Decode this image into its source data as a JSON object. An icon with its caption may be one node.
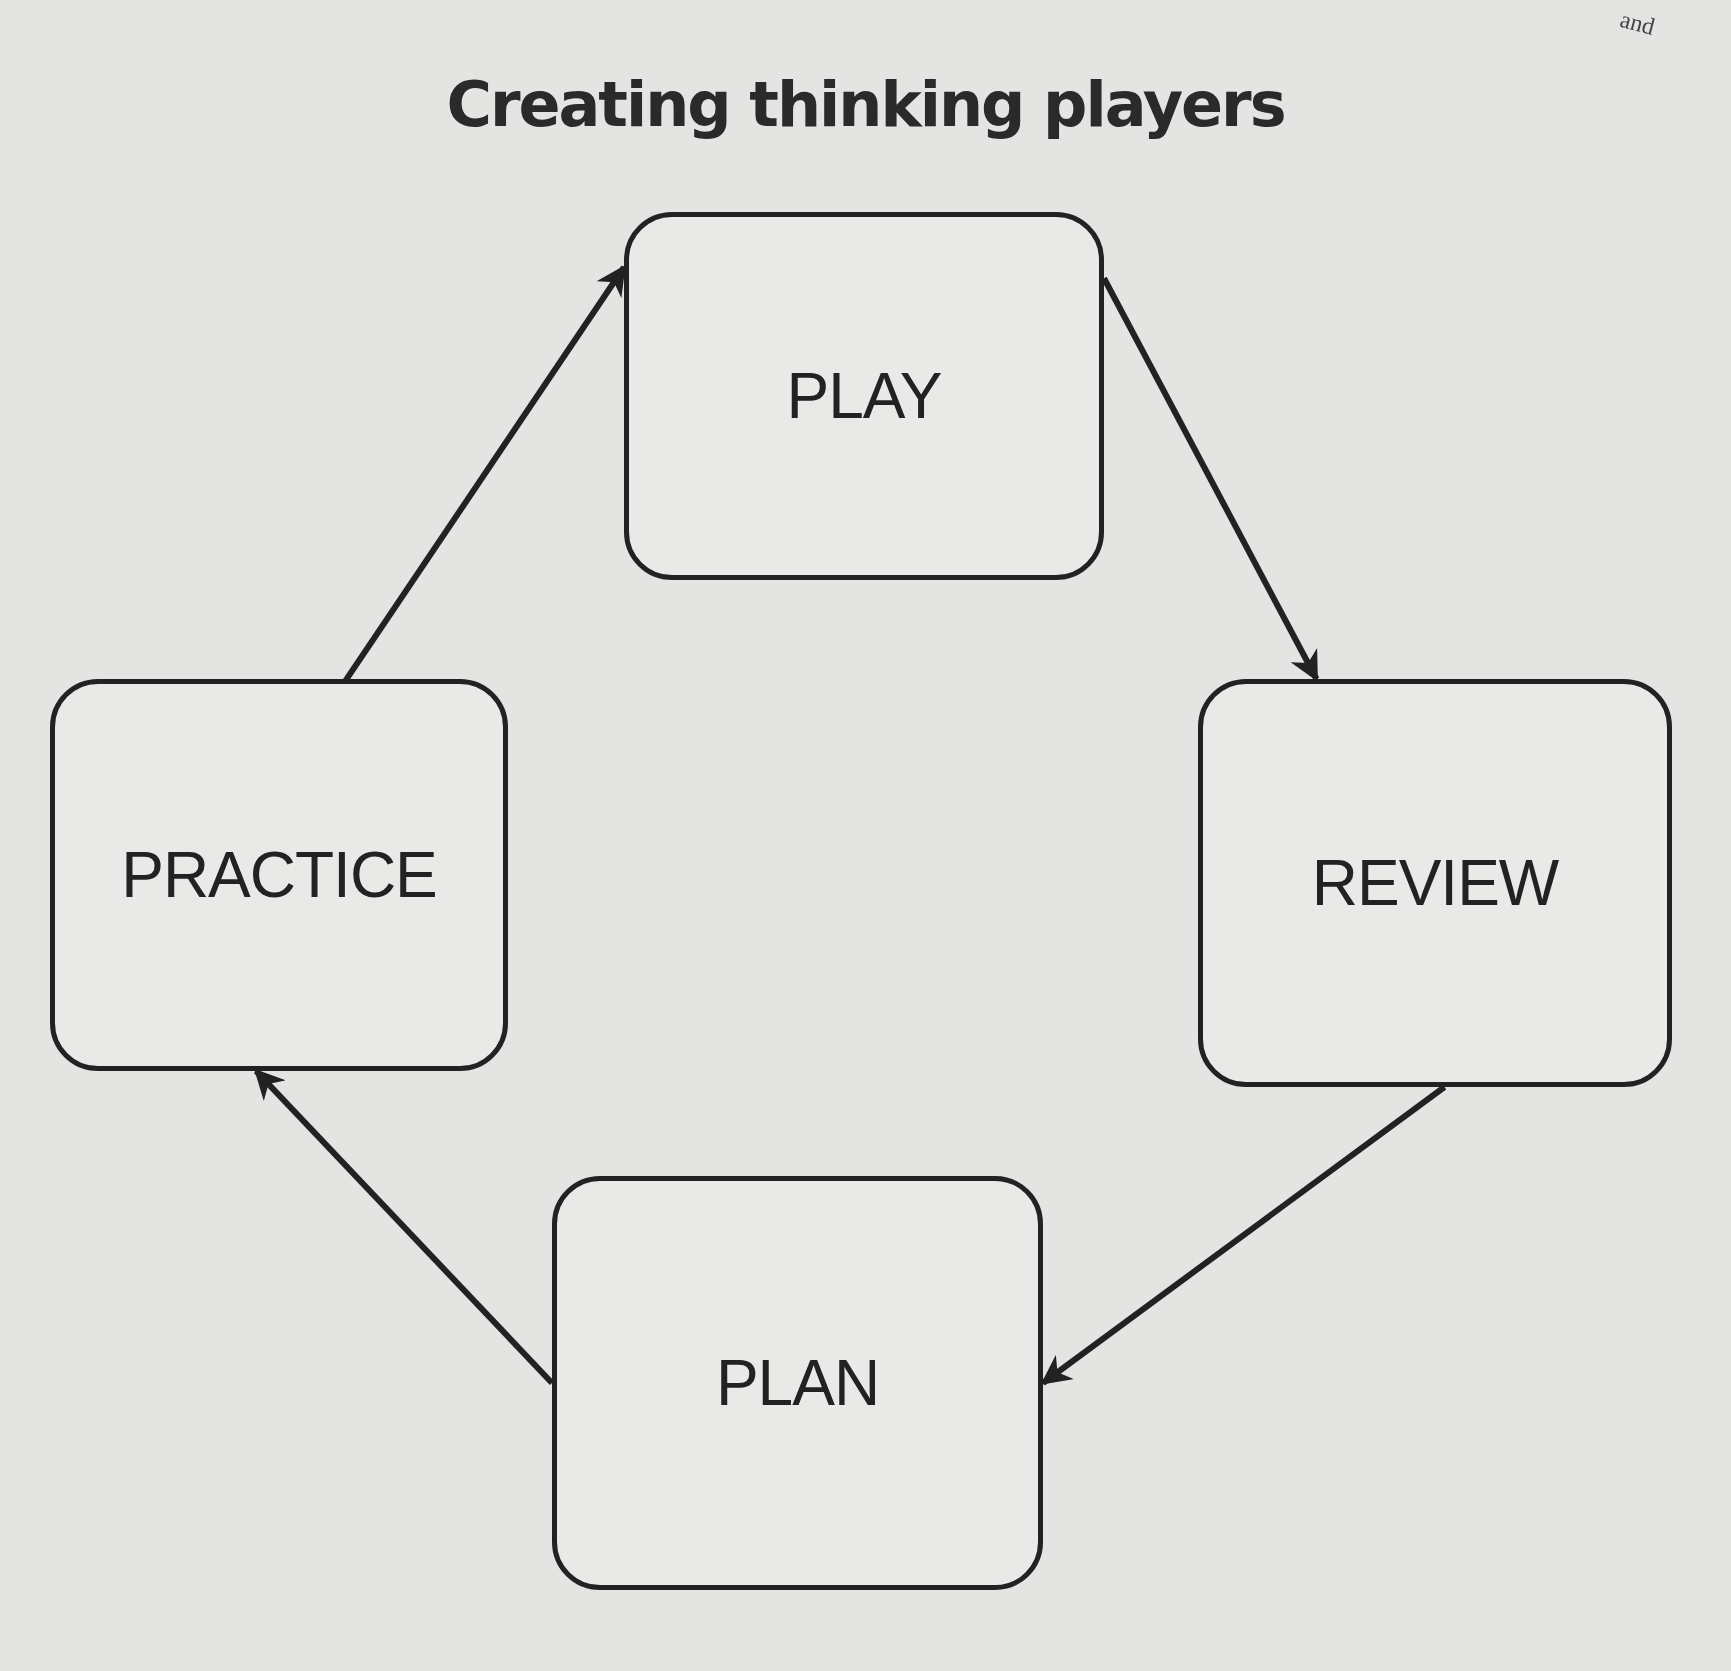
{
  "diagram": {
    "title": "Creating thinking players",
    "nodes": [
      {
        "text": [
          "PLAY"
        ]
      },
      {
        "text": [
          "REVIEW"
        ]
      },
      {
        "text": [
          "PLAN"
        ]
      },
      {
        "text": [
          "PRACTICE"
        ]
      }
    ],
    "edges": [
      {
        "from": 3,
        "to": 0,
        "arrow": "to"
      },
      {
        "from": 0,
        "to": 1,
        "arrow": "to"
      },
      {
        "from": 1,
        "to": 2,
        "arrow": "to"
      },
      {
        "from": 2,
        "to": 3,
        "arrow": "to"
      }
    ],
    "labels": [
      "and"
    ]
  }
}
